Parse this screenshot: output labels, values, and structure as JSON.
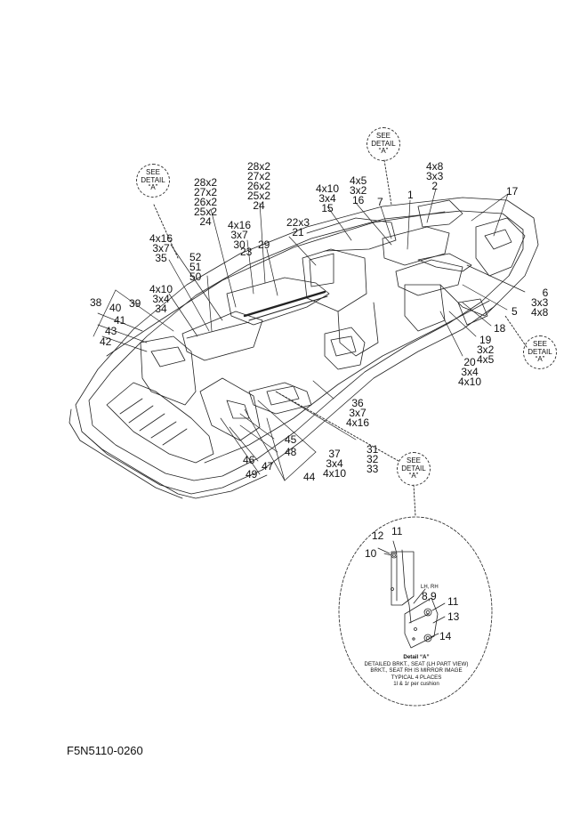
{
  "labels": {
    "l28a": "28x2\n27x2\n26x2\n25x2\n24",
    "l28b": "28x2\n27x2\n26x2\n25x2\n24",
    "l4x8": "4x8\n3x3\n2",
    "l4x5": "4x5\n3x2\n16",
    "l4x10a": "4x10\n3x4\n15",
    "l22": "22x3\n21",
    "l4x16a": "4x16\n3x7\n30",
    "l4x16b": "4x16\n3x7\n35",
    "l52": "52\n51\n50",
    "l4x10b": "4x10\n3x4\n34",
    "l6": "6\n3x3\n4x8",
    "l20": "20\n3x4\n4x10",
    "l19": "19\n3x2\n4x5",
    "l36": "36\n3x7\n4x16",
    "l31": "31\n32\n33",
    "l37": "37\n3x4\n4x10",
    "n1": "1",
    "n7": "7",
    "n17": "17",
    "n23": "23",
    "n29": "29",
    "n38": "38",
    "n40": "40",
    "n39": "39",
    "n41": "41",
    "n43": "43",
    "n42": "42",
    "n5": "5",
    "n18": "18",
    "n45": "45",
    "n48": "48",
    "n46": "46",
    "n47": "47",
    "n49": "49",
    "n44": "44",
    "d11a": "11",
    "d12": "12",
    "d10": "10",
    "d89": "8,9",
    "dlh": "LH, RH",
    "d11b": "11",
    "d13": "13",
    "d14": "14"
  },
  "see_detail": {
    "line1": "SEE",
    "line2": "DETAIL",
    "line3": "“A”"
  },
  "detail_caption": {
    "title": "Detail “A”",
    "line1": "DETAILED BRKT., SEAT (LH PART VIEW)",
    "line2": "BRKT., SEAT RH IS MIRROR IMAGE",
    "line3": "TYPICAL 4 PLACES",
    "line4": "1l & 1r per cushion"
  },
  "part_code": "F5N5110-0260"
}
